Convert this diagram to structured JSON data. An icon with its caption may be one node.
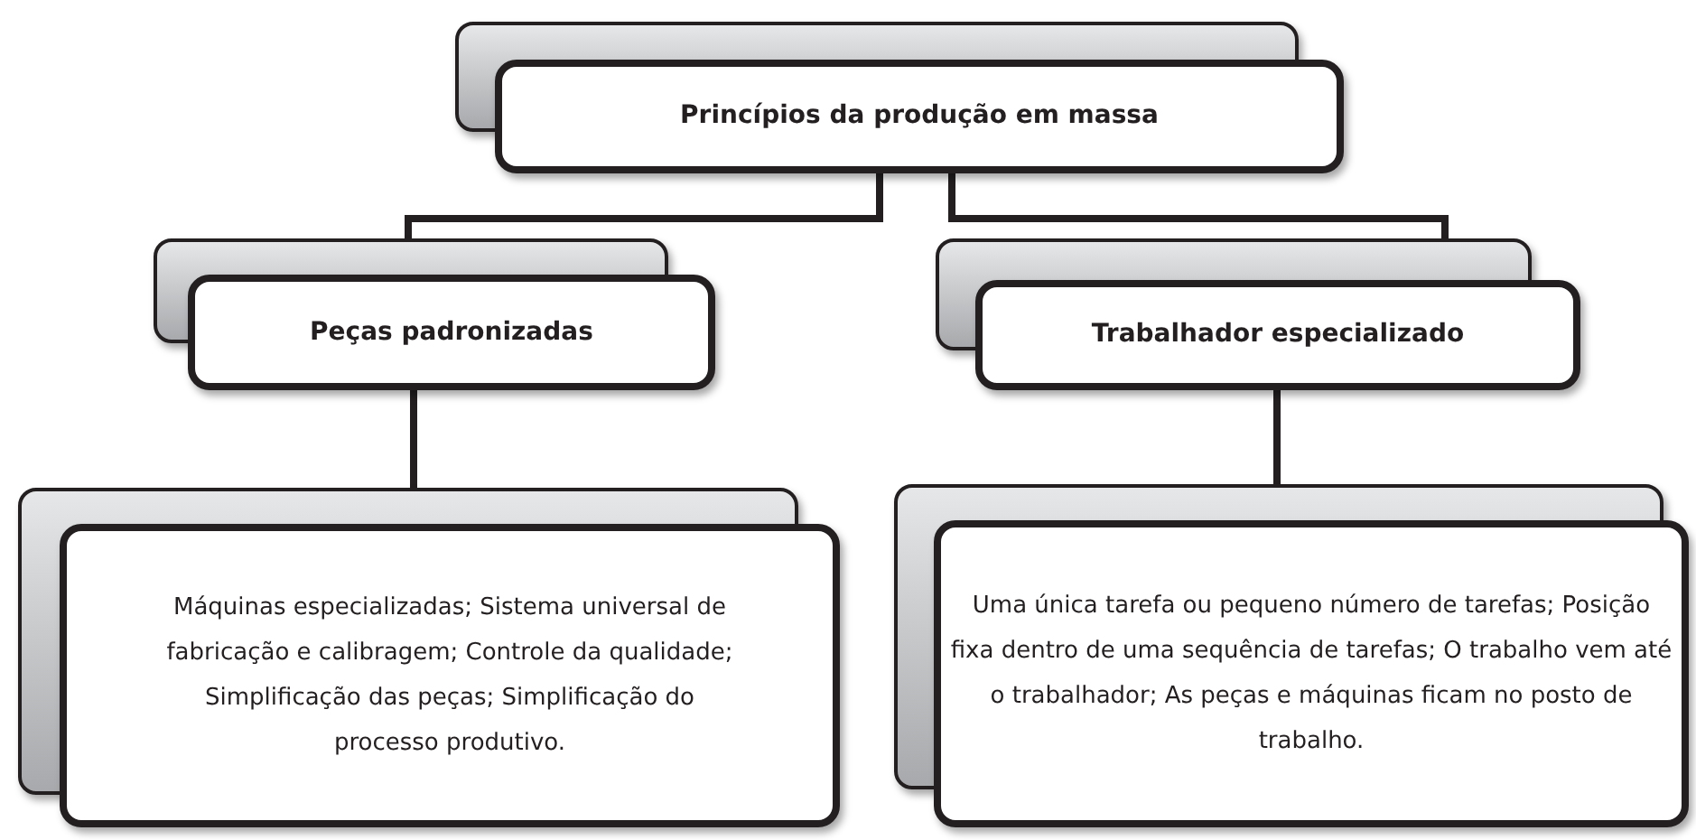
{
  "diagram": {
    "nodes": [
      {
        "text": [
          "Princípios da produção em massa"
        ]
      },
      {
        "text": [
          "Peças padronizadas"
        ]
      },
      {
        "text": [
          "Trabalhador especializado"
        ]
      },
      {
        "text": [
          "Máquinas especializadas; Sistema universal de fabricação e calibragem; Controle da qualidade; Simplificação das peças; Simplificação do processo produtivo."
        ]
      },
      {
        "text": [
          "Uma única tarefa ou pequeno número de tarefas; Posição fixa dentro de uma sequência de tarefas; O trabalho vem até o trabalhador; As peças e máquinas ficam no posto de trabalho."
        ]
      }
    ],
    "edges": [
      {
        "from": 0,
        "to": 1,
        "arrow": "none"
      },
      {
        "from": 0,
        "to": 2,
        "arrow": "none"
      },
      {
        "from": 1,
        "to": 3,
        "arrow": "none"
      },
      {
        "from": 2,
        "to": 4,
        "arrow": "none"
      }
    ]
  }
}
